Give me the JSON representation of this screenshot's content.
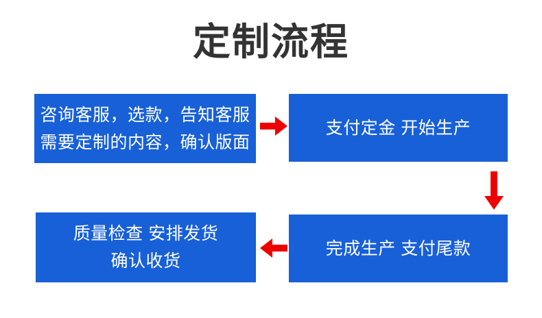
{
  "title": "定制流程",
  "colors": {
    "box_fill": "#1860d8",
    "box_text": "#ffffff",
    "arrow": "#ee0000",
    "title_text": "#333333",
    "background": "#ffffff"
  },
  "flow": {
    "steps": [
      {
        "id": "consult",
        "name": "咨询客服",
        "lines": [
          "咨询客服，选款，告知客服",
          "需要定制的内容，确认版面"
        ]
      },
      {
        "id": "deposit",
        "name": "支付定金",
        "lines": [
          "支付定金 开始生产"
        ]
      },
      {
        "id": "produce",
        "name": "完成生产",
        "lines": [
          "完成生产 支付尾款"
        ]
      },
      {
        "id": "quality",
        "name": "质量检查",
        "lines": [
          "质量检查 安排发货",
          "确认收货"
        ]
      }
    ],
    "connectors": [
      {
        "id": "consult-to-deposit",
        "direction": "right",
        "icon": "arrow-right-icon"
      },
      {
        "id": "deposit-to-produce",
        "direction": "down",
        "icon": "arrow-down-icon"
      },
      {
        "id": "produce-to-quality",
        "direction": "left",
        "icon": "arrow-left-icon"
      }
    ]
  }
}
